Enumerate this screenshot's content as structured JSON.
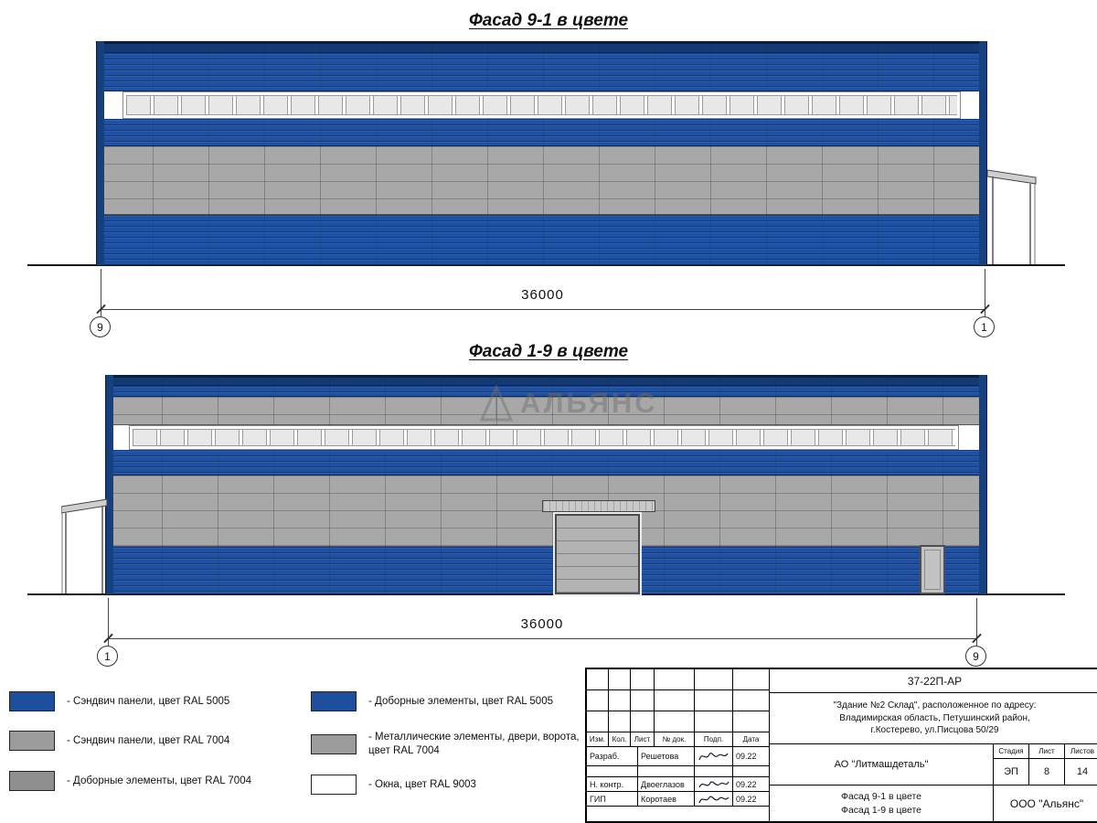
{
  "facade1": {
    "title": "Фасад 9-1 в цвете",
    "dim": "36000",
    "axis_left": "9",
    "axis_right": "1"
  },
  "facade2": {
    "title": "Фасад 1-9 в цвете",
    "dim": "36000",
    "axis_left": "1",
    "axis_right": "9"
  },
  "watermark": {
    "text": "АЛЬЯНС"
  },
  "legend": {
    "items": [
      {
        "color": "#1d4f9e",
        "label": "- Сэндвич панели, цвет RAL 5005"
      },
      {
        "color": "#9c9c9c",
        "label": "- Сэндвич панели, цвет RAL 7004"
      },
      {
        "color": "#8f8f8f",
        "label": "- Доборные элементы, цвет RAL 7004"
      },
      {
        "color": "#1d4f9e",
        "label": "- Доборные элементы, цвет RAL 5005"
      },
      {
        "color": "#9c9c9c",
        "label": "- Металлические элементы, двери, ворота, цвет RAL 7004"
      },
      {
        "color": "#ffffff",
        "label": "- Окна, цвет RAL 9003"
      }
    ]
  },
  "titleblock": {
    "doc_number": "37-22П-АР",
    "project_line1": "\"Здание №2 Склад\", расположенное по адресу:",
    "project_line2": "Владимирская область, Петушинский район,",
    "project_line3": "г.Костерево, ул.Писцова 50/29",
    "col_izm": "Изм.",
    "col_kol": "Кол.",
    "col_list": "Лист",
    "col_doc": "№ док.",
    "col_podp": "Подп.",
    "col_data": "Дата",
    "row1_role": "Разраб.",
    "row1_name": "Решетова",
    "row1_date": "09.22",
    "row2_role": "Н. контр.",
    "row2_name": "Двоеглазов",
    "row2_date": "09.22",
    "row3_role": "ГИП",
    "row3_name": "Коротаев",
    "row3_date": "09.22",
    "company": "АО \"Литмашдеталь\"",
    "stage_label": "Стадия",
    "sheet_label": "Лист",
    "sheets_label": "Листов",
    "stage_value": "ЭП",
    "sheet_value": "8",
    "sheets_value": "14",
    "sheet_name1": "Фасад 9-1 в цвете",
    "sheet_name2": "Фасад 1-9 в цвете",
    "org": "ООО \"Альянс\""
  },
  "colors": {
    "ral5005": "#1e51a3",
    "ral7004": "#a8a8a8",
    "ral9003": "#f5f5f5",
    "line": "#161616"
  }
}
